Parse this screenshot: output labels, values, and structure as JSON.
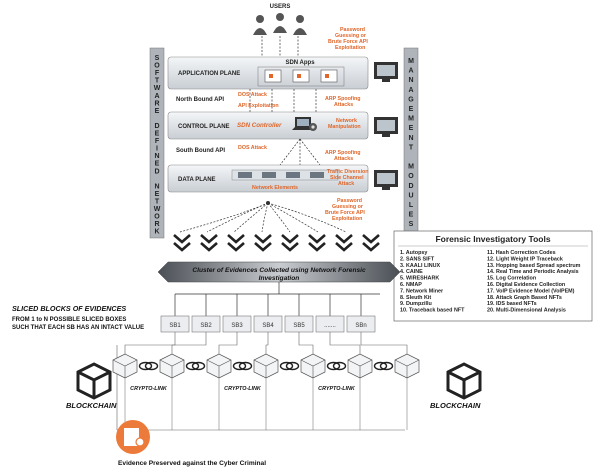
{
  "users": "USERS",
  "attacks": {
    "top_line1": "Password",
    "top_line2": "Guessing or",
    "top_line3": "Brute Force API",
    "top_line4": "Exploitation",
    "dos_north": "DOS Attack",
    "api_exploit": "API Exploitation",
    "arp_upper_line1": "ARP Spoofing",
    "arp_upper_line2": "Attacks",
    "net_manip_line1": "Network",
    "net_manip_line2": "Manipulation",
    "dos_south": "DOS Attack",
    "arp_lower_line1": "ARP Spoofing",
    "arp_lower_line2": "Attacks",
    "traffic_line1": "Traffic Diversion",
    "traffic_line2": "Side Channel",
    "traffic_line3": "Attack",
    "bottom_line1": "Password",
    "bottom_line2": "Guessing or",
    "bottom_line3": "Brute Force API",
    "bottom_line4": "Exploitation"
  },
  "sdn": {
    "left_letters": [
      "S",
      "O",
      "F",
      "T",
      "W",
      "A",
      "R",
      "E",
      "",
      "D",
      "E",
      "F",
      "I",
      "N",
      "E",
      "D",
      "",
      "N",
      "E",
      "T",
      "W",
      "O",
      "R",
      "K"
    ],
    "right_letters": [
      "M",
      "A",
      "N",
      "A",
      "G",
      "E",
      "M",
      "E",
      "N",
      "T",
      "",
      "M",
      "O",
      "D",
      "U",
      "L",
      "E",
      "S"
    ],
    "application_plane": "APPLICATION PLANE",
    "sdn_apps": "SDN Apps",
    "north_bound": "North Bound API",
    "control_plane": "CONTROL PLANE",
    "sdn_controller": "SDN Controller",
    "south_bound": "South Bound API",
    "data_plane": "DATA PLANE",
    "network_elements": "Network Elements"
  },
  "tools": {
    "title": "Forensic Investigatory Tools",
    "left": [
      "1.   Autopsy",
      "2.   SANS SIFT",
      "3.   KAALI LINUX",
      "4.   CAINE",
      "5.   WIRESHARK",
      "6.   NMAP",
      "7.   Network Miner",
      "8.   Sleuth Kit",
      "9.   Dumpzillu",
      "10. Traceback based NFT"
    ],
    "right": [
      "11.   Hash Correction Codes",
      "12.   Light Weight  IP Traceback",
      "13.   Hopping based Spread spectrum",
      "14.   Real Time and Periodic Analysis",
      "15.   Log Correlation",
      "16.   Digital Evidence Collection",
      "17.   VoIP Evidence Model (VoIPEM)",
      "18.   Attack Graph Based NFTs",
      "19.   IDS based NFTs",
      "20.   Multi-Dimensional Analysis"
    ]
  },
  "cluster": {
    "line1": "Cluster of Evidences Collected using Network Forensic",
    "line2": "Investigation"
  },
  "sliced": {
    "title": "SLICED BLOCKS OF EVIDENCES",
    "desc1": "FROM 1 to N POSSIBLE SLICED BOXES",
    "desc2": "SUCH THAT EACH SB HAS AN INTACT VALUE",
    "boxes": [
      "SB1",
      "SB2",
      "SB3",
      "SB4",
      "SB5",
      ".......",
      "SBn"
    ]
  },
  "chain": {
    "crypto_link": "CRYPTO-LINK",
    "blockchain_left": "BLOCKCHAIN",
    "blockchain_right": "BLOCKCHAIN",
    "evidence_preserved": "Evidence Preserved against the Cyber Criminal"
  }
}
